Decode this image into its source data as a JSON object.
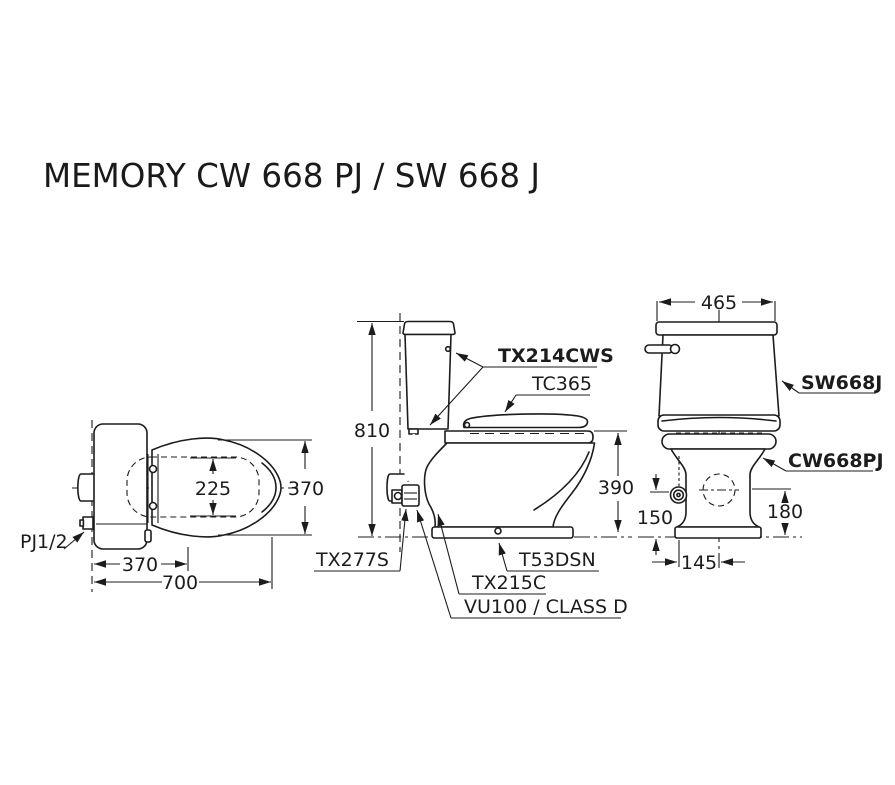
{
  "title": "MEMORY CW 668 PJ / SW 668 J",
  "top_view": {
    "seat_width": "225",
    "overall_width": "370",
    "tank_depth": "370",
    "overall_length": "700",
    "inlet_label": "PJ1/2"
  },
  "side_view": {
    "overall_height": "810",
    "rim_height": "390",
    "cistern_fittings": "TX214CWS",
    "seat_cover": "TC365",
    "flexible_hose": "TX277S",
    "stop_valve": "TX215C",
    "drain_pipe": "VU100 / CLASS D",
    "floor_flange": "T53DSN"
  },
  "front_view": {
    "tank_width": "465",
    "supply_height": "150",
    "outlet_height": "180",
    "supply_offset": "145",
    "tank_model": "SW668J",
    "bowl_model": "CW668PJ"
  },
  "colors": {
    "line": "#1c1c1c",
    "background": "#ffffff"
  }
}
